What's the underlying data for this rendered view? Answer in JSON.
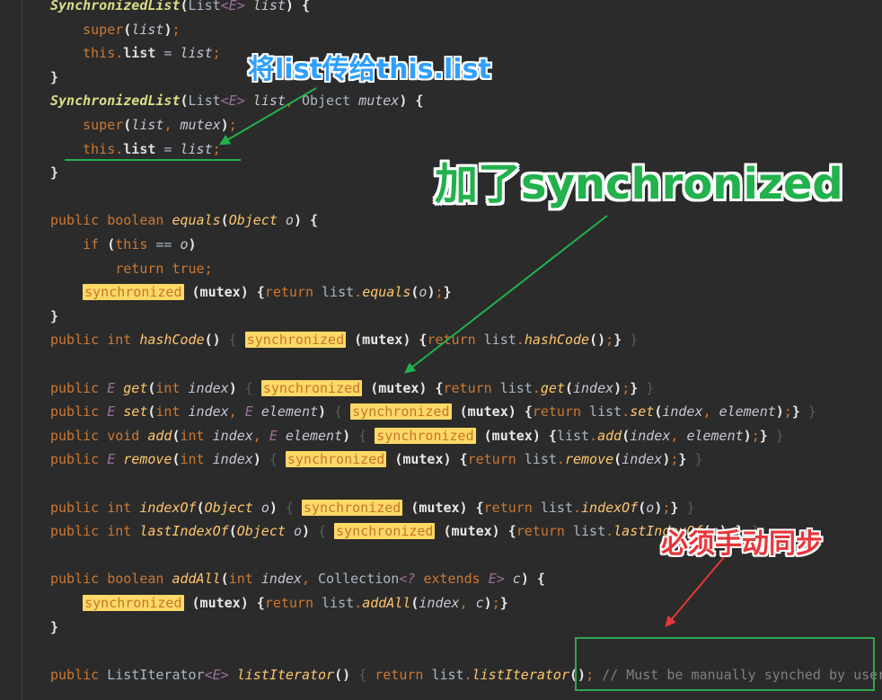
{
  "colors": {
    "background": "#2b2b2b",
    "keyword": "#cc7832",
    "method": "#ffc66d",
    "synchronized_highlight": "#ffd966",
    "annotation_blue": "#2f9fff",
    "annotation_green": "#22b14c",
    "annotation_red": "#e8363a"
  },
  "annotations": {
    "pass_list": "将list传给this.list",
    "added_sync": "加了synchronized",
    "manual_sync": "必须手动同步"
  },
  "code_lines": [
    [
      [
        "ctor",
        "SynchronizedList"
      ],
      [
        "br",
        "("
      ],
      [
        "type",
        "List"
      ],
      [
        "gen",
        "<E>"
      ],
      [
        "t",
        " "
      ],
      [
        "param",
        "list"
      ],
      [
        "br",
        ")"
      ],
      [
        "t",
        " "
      ],
      [
        "br",
        "{"
      ]
    ],
    [
      [
        "t",
        "    "
      ],
      [
        "kw",
        "super"
      ],
      [
        "br",
        "("
      ],
      [
        "param",
        "list"
      ],
      [
        "br",
        ")"
      ],
      [
        "pn",
        ";"
      ]
    ],
    [
      [
        "t",
        "    "
      ],
      [
        "kw",
        "this"
      ],
      [
        "pn",
        "."
      ],
      [
        "field",
        "list"
      ],
      [
        "t",
        " = "
      ],
      [
        "param",
        "list"
      ],
      [
        "pn",
        ";"
      ]
    ],
    [
      [
        "br",
        "}"
      ]
    ],
    [
      [
        "ctor",
        "SynchronizedList"
      ],
      [
        "br",
        "("
      ],
      [
        "type",
        "List"
      ],
      [
        "gen",
        "<E>"
      ],
      [
        "t",
        " "
      ],
      [
        "param",
        "list"
      ],
      [
        "pn",
        ","
      ],
      [
        "t",
        " "
      ],
      [
        "type",
        "Object"
      ],
      [
        "t",
        " "
      ],
      [
        "param",
        "mutex"
      ],
      [
        "br",
        ")"
      ],
      [
        "t",
        " "
      ],
      [
        "br",
        "{"
      ]
    ],
    [
      [
        "t",
        "    "
      ],
      [
        "kw",
        "super"
      ],
      [
        "br",
        "("
      ],
      [
        "param",
        "list"
      ],
      [
        "pn",
        ","
      ],
      [
        "t",
        " "
      ],
      [
        "param",
        "mutex"
      ],
      [
        "br",
        ")"
      ],
      [
        "pn",
        ";"
      ]
    ],
    [
      [
        "t",
        "    "
      ],
      [
        "kw",
        "this"
      ],
      [
        "pn",
        "."
      ],
      [
        "field",
        "list"
      ],
      [
        "t",
        " = "
      ],
      [
        "param",
        "list"
      ],
      [
        "pn",
        ";"
      ]
    ],
    [
      [
        "br",
        "}"
      ]
    ],
    [],
    [
      [
        "kw",
        "public boolean"
      ],
      [
        "t",
        " "
      ],
      [
        "fn",
        "equals"
      ],
      [
        "br",
        "("
      ],
      [
        "fn",
        "Object"
      ],
      [
        "t",
        " "
      ],
      [
        "param",
        "o"
      ],
      [
        "br",
        ")"
      ],
      [
        "t",
        " "
      ],
      [
        "br",
        "{"
      ]
    ],
    [
      [
        "t",
        "    "
      ],
      [
        "kw",
        "if"
      ],
      [
        "t",
        " "
      ],
      [
        "br",
        "("
      ],
      [
        "kw",
        "this"
      ],
      [
        "t",
        " == "
      ],
      [
        "param",
        "o"
      ],
      [
        "br",
        ")"
      ]
    ],
    [
      [
        "t",
        "        "
      ],
      [
        "kw",
        "return true"
      ],
      [
        "pn",
        ";"
      ]
    ],
    [
      [
        "t",
        "    "
      ],
      [
        "sync",
        "synchronized"
      ],
      [
        "t",
        " "
      ],
      [
        "br",
        "(mutex)"
      ],
      [
        "t",
        " "
      ],
      [
        "br",
        "{"
      ],
      [
        "kw",
        "return"
      ],
      [
        "t",
        " list"
      ],
      [
        "pn",
        "."
      ],
      [
        "fn",
        "equals"
      ],
      [
        "br",
        "("
      ],
      [
        "param",
        "o"
      ],
      [
        "br",
        ")"
      ],
      [
        "pn",
        ";"
      ],
      [
        "br",
        "}"
      ]
    ],
    [
      [
        "br",
        "}"
      ]
    ],
    [
      [
        "kw",
        "public int"
      ],
      [
        "t",
        " "
      ],
      [
        "fn",
        "hashCode"
      ],
      [
        "br",
        "()"
      ],
      [
        "t",
        " "
      ],
      [
        "dim",
        "{"
      ],
      [
        "t",
        " "
      ],
      [
        "sync",
        "synchronized"
      ],
      [
        "t",
        " "
      ],
      [
        "br",
        "(mutex)"
      ],
      [
        "t",
        " "
      ],
      [
        "br",
        "{"
      ],
      [
        "kw",
        "return"
      ],
      [
        "t",
        " list"
      ],
      [
        "pn",
        "."
      ],
      [
        "fn",
        "hashCode"
      ],
      [
        "br",
        "()"
      ],
      [
        "pn",
        ";"
      ],
      [
        "br",
        "}"
      ],
      [
        "t",
        " "
      ],
      [
        "dim",
        "}"
      ]
    ],
    [],
    [
      [
        "kw",
        "public"
      ],
      [
        "t",
        " "
      ],
      [
        "gen",
        "E"
      ],
      [
        "t",
        " "
      ],
      [
        "fn",
        "get"
      ],
      [
        "br",
        "("
      ],
      [
        "kw",
        "int"
      ],
      [
        "t",
        " "
      ],
      [
        "param",
        "index"
      ],
      [
        "br",
        ")"
      ],
      [
        "t",
        " "
      ],
      [
        "dim",
        "{"
      ],
      [
        "t",
        " "
      ],
      [
        "sync",
        "synchronized"
      ],
      [
        "t",
        " "
      ],
      [
        "br",
        "(mutex)"
      ],
      [
        "t",
        " "
      ],
      [
        "br",
        "{"
      ],
      [
        "kw",
        "return"
      ],
      [
        "t",
        " list"
      ],
      [
        "pn",
        "."
      ],
      [
        "fn",
        "get"
      ],
      [
        "br",
        "("
      ],
      [
        "param",
        "index"
      ],
      [
        "br",
        ")"
      ],
      [
        "pn",
        ";"
      ],
      [
        "br",
        "}"
      ],
      [
        "t",
        " "
      ],
      [
        "dim",
        "}"
      ]
    ],
    [
      [
        "kw",
        "public"
      ],
      [
        "t",
        " "
      ],
      [
        "gen",
        "E"
      ],
      [
        "t",
        " "
      ],
      [
        "fn",
        "set"
      ],
      [
        "br",
        "("
      ],
      [
        "kw",
        "int"
      ],
      [
        "t",
        " "
      ],
      [
        "param",
        "index"
      ],
      [
        "pn",
        ","
      ],
      [
        "t",
        " "
      ],
      [
        "gen",
        "E"
      ],
      [
        "t",
        " "
      ],
      [
        "param",
        "element"
      ],
      [
        "br",
        ")"
      ],
      [
        "t",
        " "
      ],
      [
        "dim",
        "{"
      ],
      [
        "t",
        " "
      ],
      [
        "sync",
        "synchronized"
      ],
      [
        "t",
        " "
      ],
      [
        "br",
        "(mutex)"
      ],
      [
        "t",
        " "
      ],
      [
        "br",
        "{"
      ],
      [
        "kw",
        "return"
      ],
      [
        "t",
        " list"
      ],
      [
        "pn",
        "."
      ],
      [
        "fn",
        "set"
      ],
      [
        "br",
        "("
      ],
      [
        "param",
        "index"
      ],
      [
        "pn",
        ","
      ],
      [
        "t",
        " "
      ],
      [
        "param",
        "element"
      ],
      [
        "br",
        ")"
      ],
      [
        "pn",
        ";"
      ],
      [
        "br",
        "}"
      ],
      [
        "t",
        " "
      ],
      [
        "dim",
        "}"
      ]
    ],
    [
      [
        "kw",
        "public void"
      ],
      [
        "t",
        " "
      ],
      [
        "fn",
        "add"
      ],
      [
        "br",
        "("
      ],
      [
        "kw",
        "int"
      ],
      [
        "t",
        " "
      ],
      [
        "param",
        "index"
      ],
      [
        "pn",
        ","
      ],
      [
        "t",
        " "
      ],
      [
        "gen",
        "E"
      ],
      [
        "t",
        " "
      ],
      [
        "param",
        "element"
      ],
      [
        "br",
        ")"
      ],
      [
        "t",
        " "
      ],
      [
        "dim",
        "{"
      ],
      [
        "t",
        " "
      ],
      [
        "sync",
        "synchronized"
      ],
      [
        "t",
        " "
      ],
      [
        "br",
        "(mutex)"
      ],
      [
        "t",
        " "
      ],
      [
        "br",
        "{"
      ],
      [
        "t",
        "list"
      ],
      [
        "pn",
        "."
      ],
      [
        "fn",
        "add"
      ],
      [
        "br",
        "("
      ],
      [
        "param",
        "index"
      ],
      [
        "pn",
        ","
      ],
      [
        "t",
        " "
      ],
      [
        "param",
        "element"
      ],
      [
        "br",
        ")"
      ],
      [
        "pn",
        ";"
      ],
      [
        "br",
        "}"
      ],
      [
        "t",
        " "
      ],
      [
        "dim",
        "}"
      ]
    ],
    [
      [
        "kw",
        "public"
      ],
      [
        "t",
        " "
      ],
      [
        "gen",
        "E"
      ],
      [
        "t",
        " "
      ],
      [
        "fn",
        "remove"
      ],
      [
        "br",
        "("
      ],
      [
        "kw",
        "int"
      ],
      [
        "t",
        " "
      ],
      [
        "param",
        "index"
      ],
      [
        "br",
        ")"
      ],
      [
        "t",
        " "
      ],
      [
        "dim",
        "{"
      ],
      [
        "t",
        " "
      ],
      [
        "sync",
        "synchronized"
      ],
      [
        "t",
        " "
      ],
      [
        "br",
        "(mutex)"
      ],
      [
        "t",
        " "
      ],
      [
        "br",
        "{"
      ],
      [
        "kw",
        "return"
      ],
      [
        "t",
        " list"
      ],
      [
        "pn",
        "."
      ],
      [
        "fn",
        "remove"
      ],
      [
        "br",
        "("
      ],
      [
        "param",
        "index"
      ],
      [
        "br",
        ")"
      ],
      [
        "pn",
        ";"
      ],
      [
        "br",
        "}"
      ],
      [
        "t",
        " "
      ],
      [
        "dim",
        "}"
      ]
    ],
    [],
    [
      [
        "kw",
        "public int"
      ],
      [
        "t",
        " "
      ],
      [
        "fn",
        "indexOf"
      ],
      [
        "br",
        "("
      ],
      [
        "fn",
        "Object"
      ],
      [
        "t",
        " "
      ],
      [
        "param",
        "o"
      ],
      [
        "br",
        ")"
      ],
      [
        "t",
        " "
      ],
      [
        "dim",
        "{"
      ],
      [
        "t",
        " "
      ],
      [
        "sync",
        "synchronized"
      ],
      [
        "t",
        " "
      ],
      [
        "br",
        "(mutex)"
      ],
      [
        "t",
        " "
      ],
      [
        "br",
        "{"
      ],
      [
        "kw",
        "return"
      ],
      [
        "t",
        " list"
      ],
      [
        "pn",
        "."
      ],
      [
        "fn",
        "indexOf"
      ],
      [
        "br",
        "("
      ],
      [
        "param",
        "o"
      ],
      [
        "br",
        ")"
      ],
      [
        "pn",
        ";"
      ],
      [
        "br",
        "}"
      ],
      [
        "t",
        " "
      ],
      [
        "dim",
        "}"
      ]
    ],
    [
      [
        "kw",
        "public int"
      ],
      [
        "t",
        " "
      ],
      [
        "fn",
        "lastIndexOf"
      ],
      [
        "br",
        "("
      ],
      [
        "fn",
        "Object"
      ],
      [
        "t",
        " "
      ],
      [
        "param",
        "o"
      ],
      [
        "br",
        ")"
      ],
      [
        "t",
        " "
      ],
      [
        "dim",
        "{"
      ],
      [
        "t",
        " "
      ],
      [
        "sync",
        "synchronized"
      ],
      [
        "t",
        " "
      ],
      [
        "br",
        "(mutex)"
      ],
      [
        "t",
        " "
      ],
      [
        "br",
        "{"
      ],
      [
        "kw",
        "return"
      ],
      [
        "t",
        " list"
      ],
      [
        "pn",
        "."
      ],
      [
        "fn",
        "lastIndexOf"
      ],
      [
        "br",
        "("
      ],
      [
        "param",
        "o"
      ],
      [
        "br",
        ")"
      ],
      [
        "pn",
        ";"
      ],
      [
        "br",
        "}"
      ],
      [
        "t",
        " "
      ],
      [
        "dim",
        "}"
      ]
    ],
    [],
    [
      [
        "kw",
        "public boolean"
      ],
      [
        "t",
        " "
      ],
      [
        "fn",
        "addAll"
      ],
      [
        "br",
        "("
      ],
      [
        "kw",
        "int"
      ],
      [
        "t",
        " "
      ],
      [
        "param",
        "index"
      ],
      [
        "pn",
        ","
      ],
      [
        "t",
        " "
      ],
      [
        "type",
        "Collection"
      ],
      [
        "gen",
        "<?"
      ],
      [
        "t",
        " "
      ],
      [
        "kw",
        "extends"
      ],
      [
        "t",
        " "
      ],
      [
        "gen",
        "E>"
      ],
      [
        "t",
        " "
      ],
      [
        "param",
        "c"
      ],
      [
        "br",
        ")"
      ],
      [
        "t",
        " "
      ],
      [
        "br",
        "{"
      ]
    ],
    [
      [
        "t",
        "    "
      ],
      [
        "sync",
        "synchronized"
      ],
      [
        "t",
        " "
      ],
      [
        "br",
        "(mutex)"
      ],
      [
        "t",
        " "
      ],
      [
        "br",
        "{"
      ],
      [
        "kw",
        "return"
      ],
      [
        "t",
        " list"
      ],
      [
        "pn",
        "."
      ],
      [
        "fn",
        "addAll"
      ],
      [
        "br",
        "("
      ],
      [
        "param",
        "index"
      ],
      [
        "pn",
        ","
      ],
      [
        "t",
        " "
      ],
      [
        "param",
        "c"
      ],
      [
        "br",
        ")"
      ],
      [
        "pn",
        ";"
      ],
      [
        "br",
        "}"
      ]
    ],
    [
      [
        "br",
        "}"
      ]
    ],
    [],
    [
      [
        "kw",
        "public"
      ],
      [
        "t",
        " "
      ],
      [
        "type",
        "ListIterator"
      ],
      [
        "gen",
        "<E>"
      ],
      [
        "t",
        " "
      ],
      [
        "fn",
        "listIterator"
      ],
      [
        "br",
        "()"
      ],
      [
        "t",
        " "
      ],
      [
        "dim",
        "{"
      ],
      [
        "t",
        " "
      ],
      [
        "kw",
        "return"
      ],
      [
        "t",
        " list"
      ],
      [
        "pn",
        "."
      ],
      [
        "fn",
        "listIterator"
      ],
      [
        "br",
        "()"
      ],
      [
        "pn",
        ";"
      ],
      [
        "t",
        " "
      ],
      [
        "cm",
        "// Must be manually synched by user"
      ],
      [
        "t",
        " "
      ],
      [
        "dim",
        "}"
      ]
    ]
  ]
}
